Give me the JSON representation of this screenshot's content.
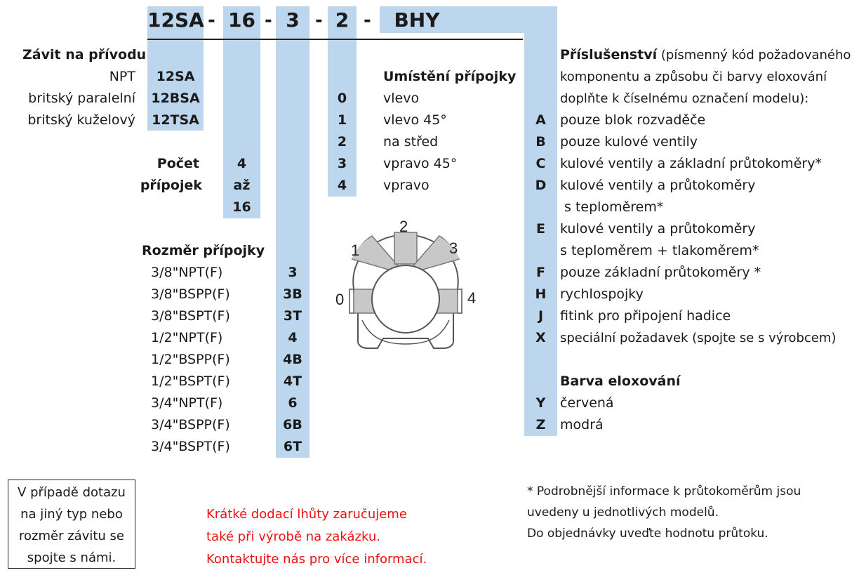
{
  "header": {
    "codes": [
      "12SA",
      "16",
      "3",
      "2",
      "BHY"
    ],
    "separator": "-"
  },
  "thread": {
    "title": "Závit na přívodu",
    "rows": [
      {
        "label": "NPT",
        "code": "12SA"
      },
      {
        "label": "britský paralelní",
        "code": "12BSA"
      },
      {
        "label": "britský kuželový",
        "code": "12TSA"
      }
    ]
  },
  "ports": {
    "title_line1": "Počet",
    "title_line2": "přípojek",
    "values": [
      "4",
      "až",
      "16"
    ]
  },
  "port_size": {
    "title": "Rozměr přípojky",
    "rows": [
      {
        "label": "3/8\"NPT(F)",
        "code": "3"
      },
      {
        "label": "3/8\"BSPP(F)",
        "code": "3B"
      },
      {
        "label": "3/8\"BSPT(F)",
        "code": "3T"
      },
      {
        "label": "1/2\"NPT(F)",
        "code": "4"
      },
      {
        "label": "1/2\"BSPP(F)",
        "code": "4B"
      },
      {
        "label": "1/2\"BSPT(F)",
        "code": "4T"
      },
      {
        "label": "3/4\"NPT(F)",
        "code": "6"
      },
      {
        "label": "3/4\"BSPP(F)",
        "code": "6B"
      },
      {
        "label": "3/4\"BSPT(F)",
        "code": "6T"
      }
    ]
  },
  "location": {
    "title": "Umístění přípojky",
    "rows": [
      {
        "code": "0",
        "label": "vlevo"
      },
      {
        "code": "1",
        "label": "vlevo 45°"
      },
      {
        "code": "2",
        "label": "na střed"
      },
      {
        "code": "3",
        "label": "vpravo 45°"
      },
      {
        "code": "4",
        "label": "vpravo"
      }
    ]
  },
  "diagram": {
    "labels": [
      "0",
      "1",
      "2",
      "3",
      "4"
    ]
  },
  "accessories": {
    "title": "Příslušenství",
    "intro_1": " (písmenný kód požadovaného",
    "intro_2": "komponentu a způsobu či barvy eloxování",
    "intro_3": "doplňte k číselnému označení modelu):",
    "rows": [
      {
        "code": "A",
        "label": "pouze blok rozvaděče"
      },
      {
        "code": "B",
        "label": "pouze kulové ventily"
      },
      {
        "code": "C",
        "label": "kulové ventily a základní průtokoměry*"
      },
      {
        "code": "D",
        "label": "kulové ventily a průtokoměry"
      },
      {
        "code": "",
        "label": " s teploměrem*"
      },
      {
        "code": "E",
        "label": "kulové ventily a průtokoměry"
      },
      {
        "code": "",
        "label": "s teploměrem + tlakoměrem*"
      },
      {
        "code": "F",
        "label": "pouze základní průtokoměry *"
      },
      {
        "code": "H",
        "label": "rychlospojky"
      },
      {
        "code": "J",
        "label": "fitink pro připojení hadice"
      },
      {
        "code": "X",
        "label": "speciální požadavek (spojte se s výrobcem)"
      }
    ],
    "color_title": "Barva eloxování",
    "colors": [
      {
        "code": "Y",
        "label": "červená"
      },
      {
        "code": "Z",
        "label": "modrá"
      }
    ]
  },
  "notes": {
    "box": [
      "V případě dotazu",
      "na jiný typ nebo",
      "rozměr závitu se",
      "spojte s námi."
    ],
    "red": [
      "Krátké dodací lhůty zaručujeme",
      "také při výrobě na zakázku.",
      "Kontaktujte nás pro více informací."
    ],
    "footnote": [
      "* Podrobnější informace k průtokoměrům jsou",
      "uvedeny u jednotlivých modelů.",
      "Do objednávky uveďte hodnotu průtoku."
    ]
  },
  "colors": {
    "band": "#bcd6ee",
    "red_note": "#ee1111",
    "diagram_gray": "#c8c8c8"
  }
}
